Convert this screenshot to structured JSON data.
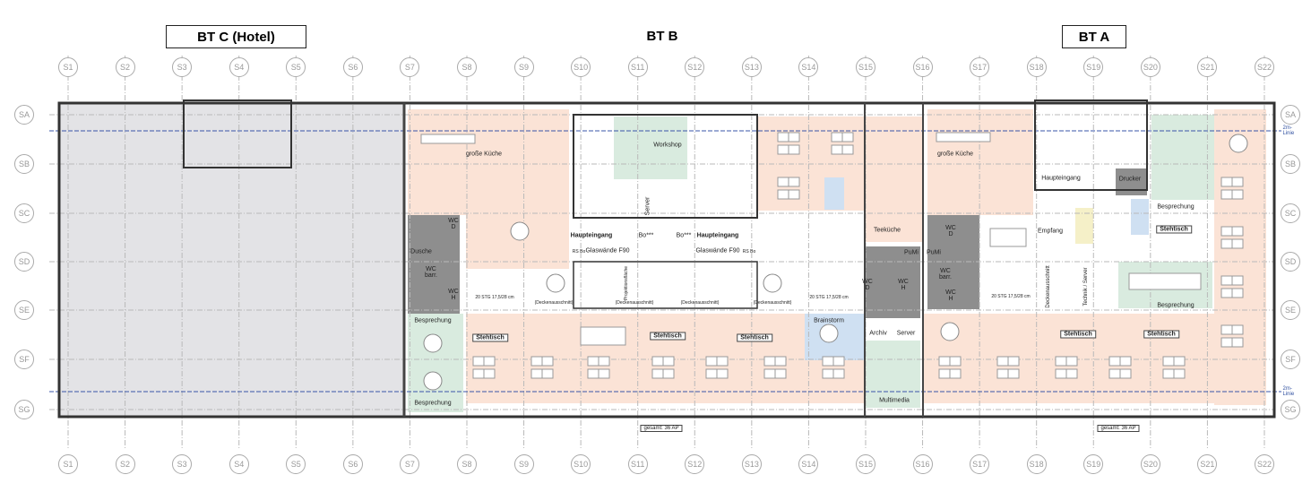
{
  "titles": {
    "hotel": "BT C (Hotel)",
    "b": "BT B",
    "a": "BT A"
  },
  "axes_columns": [
    "S1",
    "S2",
    "S3",
    "S4",
    "S5",
    "S6",
    "S7",
    "S8",
    "S9",
    "S10",
    "S11",
    "S12",
    "S13",
    "S14",
    "S15",
    "S16",
    "S17",
    "S18",
    "S19",
    "S20",
    "S21",
    "S22"
  ],
  "axes_rows": [
    "SA",
    "SB",
    "SC",
    "SD",
    "SE",
    "SF",
    "SG"
  ],
  "line_2m": "2m-Linie",
  "rooms_b": {
    "kitchen": "große Küche",
    "workshop": "Workshop",
    "server": "Server",
    "entrance_left": "Haupteingang",
    "entrance_right": "Haupteingang",
    "bo_left": "Bo***",
    "bo_right": "Bo***",
    "glass_left": "Glaswände F90",
    "glass_right": "Glaswände F90",
    "rs_left": "RS Bo",
    "rs_right": "RS Bo",
    "wc_d": "WC D",
    "shower": "Dusche",
    "wc_barr": "WC barr.",
    "wc_h": "WC H",
    "meeting_top": "Besprechung",
    "meeting_bottom": "Besprechung",
    "standing_1": "Stehtisch",
    "standing_2": "Stehtisch",
    "standing_3": "Stehtisch",
    "brainstorm": "Brainstorm",
    "projection": "Projektionsfläche",
    "ceiling_1": "(Deckenausschnitt)",
    "ceiling_2": "(Deckenausschnitt)",
    "ceiling_3": "(Deckenausschnitt)",
    "ceiling_4": "(Deckenausschnitt)",
    "stair_1": "20 STG 17,5/28 cm",
    "stair_2": "20 STG 17,5/28 cm",
    "total": "gesamt: 36 AP"
  },
  "rooms_mid": {
    "tea_kitchen": "Teeküche",
    "pumi_1": "PuMi",
    "pumi_2": "PuMi",
    "wc_d": "WC D",
    "wc_h": "WC H",
    "archive": "Archiv",
    "server": "Server",
    "multimedia": "Multimedia"
  },
  "rooms_a": {
    "kitchen": "große Küche",
    "entrance": "Haupteingang",
    "printer": "Drucker",
    "meeting_top": "Besprechung",
    "standing_top": "Stehtisch",
    "reception": "Empfang",
    "ceiling": "Deckenausschnitt",
    "tech": "Technik / Server",
    "wc_d": "WC D",
    "wc_barr": "WC barr.",
    "wc_h": "WC H",
    "stair": "20 STG 17,5/28 cm",
    "meeting_bottom": "Besprechung",
    "standing_1": "Stehtisch",
    "standing_2": "Stehtisch",
    "total": "gesamt: 36 AP"
  },
  "colors": {
    "work": "#fbe3d6",
    "meeting": "#d9ebdf",
    "focus": "#cfe0f2",
    "hotel": "#e3e3e6",
    "wet": "#8e8e8e",
    "line2m": "#3a56a8"
  }
}
